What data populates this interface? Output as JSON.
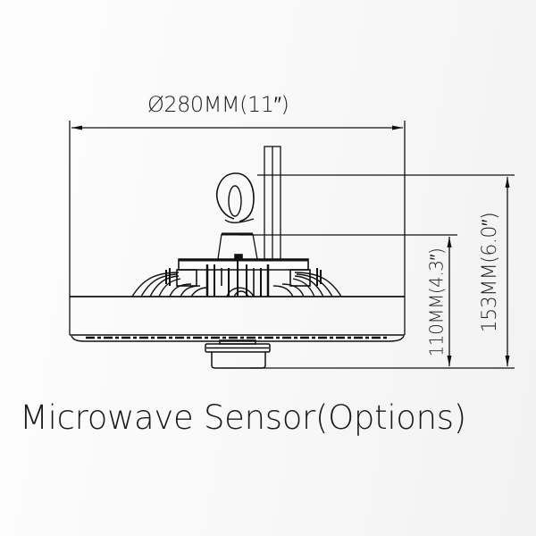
{
  "diagram": {
    "type": "technical-drawing",
    "subject": "UFO high bay light fixture side elevation",
    "dimensions": {
      "diameter_label": "Ø280MM(11″)",
      "height_body_label": "110MM(4.3″)",
      "height_total_label": "153MM(6.0″)"
    },
    "caption": "Microwave Sensor(Options)",
    "colors": {
      "line": "#111111",
      "background": "#f8f8f8",
      "text": "#222222"
    }
  }
}
